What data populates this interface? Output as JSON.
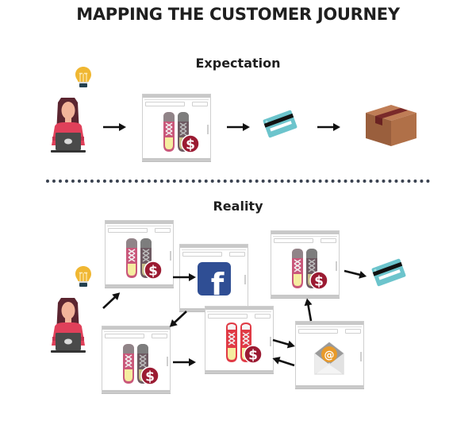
{
  "title": "MAPPING THE CUSTOMER JOURNEY",
  "sections": {
    "expectation": {
      "label": "Expectation",
      "steps": [
        "lightbulb-icon",
        "person-with-laptop",
        "browser-product-page",
        "credit-card",
        "shipping-box"
      ]
    },
    "reality": {
      "label": "Reality",
      "nodes": [
        {
          "id": "person",
          "icon": "person-with-laptop"
        },
        {
          "id": "product-page-1",
          "icon": "sneakers-price"
        },
        {
          "id": "facebook-page",
          "icon": "facebook-logo"
        },
        {
          "id": "product-page-2",
          "icon": "sneakers-price"
        },
        {
          "id": "product-page-3",
          "icon": "sneakers-price"
        },
        {
          "id": "red-sneakers-page",
          "icon": "red-sneakers-price"
        },
        {
          "id": "email-page",
          "icon": "email-envelope"
        },
        {
          "id": "credit-card",
          "icon": "credit-card"
        }
      ]
    }
  },
  "icons": {
    "dollar_glyph": "$",
    "at_glyph": "@",
    "facebook_glyph": "f"
  },
  "colors": {
    "title_text": "#1f1f1f",
    "divider": "#3a4250",
    "bulb": "#f0b732",
    "hair": "#5b2530",
    "shirt": "#e0405a",
    "skin": "#f2b49a",
    "laptop": "#4a4a4a",
    "sneaker_pink": "#c9577a",
    "sneaker_gray": "#6e5a62",
    "sneaker_red": "#e03a45",
    "sole": "#f5eda0",
    "price_badge": "#9b1b32",
    "card": "#6cc4cc",
    "box": "#a46a47",
    "box_tape": "#7a2a2a",
    "facebook": "#2f4e94",
    "email_badge": "#e89a2a"
  }
}
